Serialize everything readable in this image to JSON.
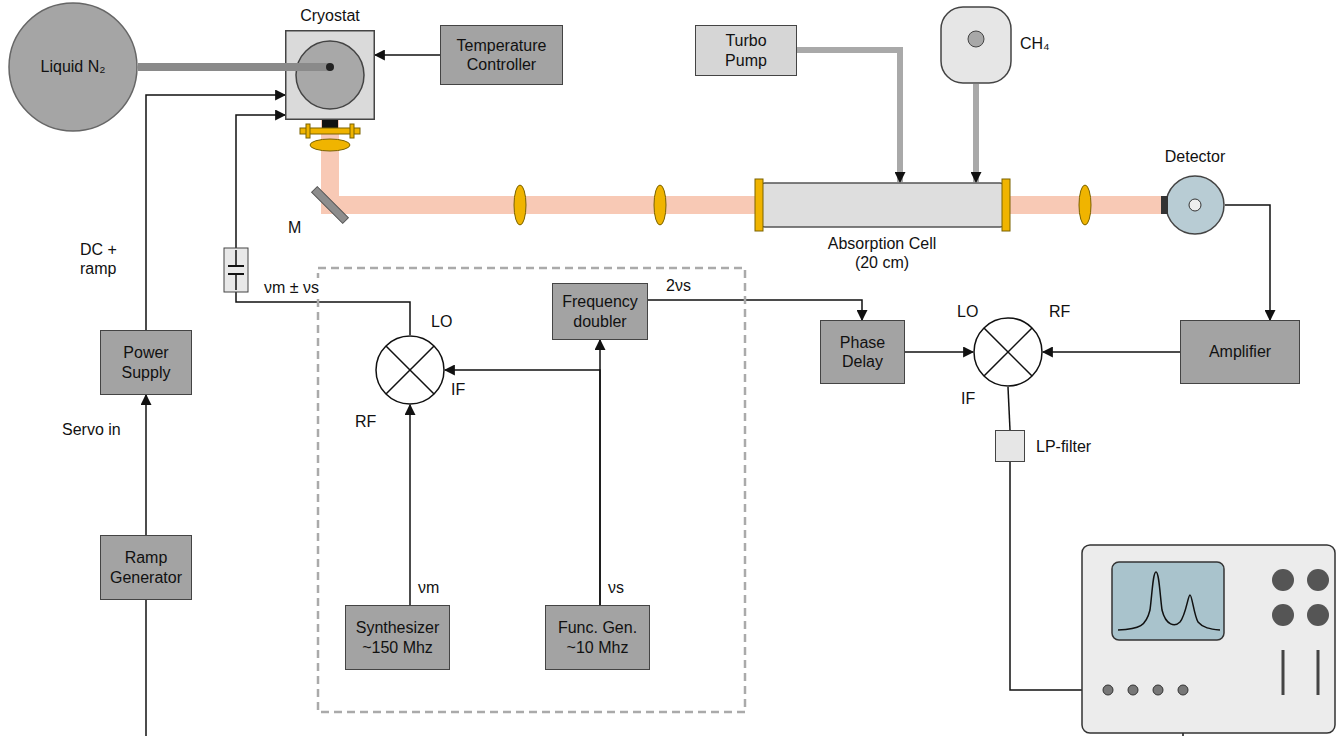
{
  "diagram": {
    "nodes": [
      {
        "text": [
          "Liquid N₂"
        ]
      },
      {
        "text": [
          "Cryostat"
        ]
      },
      {
        "text": [
          "Temperature Controller"
        ]
      },
      {
        "text": [
          "Turbo Pump"
        ]
      },
      {
        "text": [
          "CH₄"
        ]
      },
      {
        "text": [
          "Absorption Cell (20 cm)"
        ]
      },
      {
        "text": [
          "Detector"
        ]
      },
      {
        "text": [
          "Frequency doubler"
        ]
      },
      {
        "text": [
          "Phase Delay"
        ]
      },
      {
        "text": [
          "LO",
          "RF",
          "IF"
        ]
      },
      {
        "text": [
          "Amplifier"
        ]
      },
      {
        "text": [
          "Power Supply"
        ]
      },
      {
        "text": [
          "LO",
          "IF",
          "RF"
        ]
      },
      {
        "text": [
          "LP-filter"
        ]
      },
      {
        "text": [
          "Ramp Generator"
        ]
      },
      {
        "text": [
          "Synthesizer ~150 Mhz"
        ]
      },
      {
        "text": [
          "Func. Gen. ~10 Mhz"
        ]
      }
    ],
    "edges": [
      {
        "from": 0,
        "to": 1,
        "arrow": "none"
      },
      {
        "from": 2,
        "to": 1,
        "arrow": "to"
      },
      {
        "from": 11,
        "to": 1,
        "label": "DC + ramp",
        "arrow": "to"
      },
      {
        "from": 14,
        "to": 11,
        "label": "Servo in",
        "arrow": "to"
      },
      {
        "from": 3,
        "to": 5,
        "arrow": "to"
      },
      {
        "from": 4,
        "to": 5,
        "arrow": "to"
      },
      {
        "from": 1,
        "to": 5,
        "arrow": "none"
      },
      {
        "from": 5,
        "to": 6,
        "arrow": "none"
      },
      {
        "from": 6,
        "to": 10,
        "arrow": "to"
      },
      {
        "from": 10,
        "to": 9,
        "arrow": "to"
      },
      {
        "from": 8,
        "to": 9,
        "arrow": "to"
      },
      {
        "from": 7,
        "to": 8,
        "label": "2νs",
        "arrow": "to"
      },
      {
        "from": 16,
        "to": 7,
        "arrow": "to"
      },
      {
        "from": 16,
        "to": 12,
        "label": "νs",
        "arrow": "to"
      },
      {
        "from": 15,
        "to": 12,
        "label": "νm",
        "arrow": "to"
      },
      {
        "from": 12,
        "to": 1,
        "label": "νm ± νs",
        "arrow": "to"
      },
      {
        "from": 9,
        "to": 13,
        "arrow": "none"
      }
    ],
    "labels": [
      "M"
    ]
  }
}
